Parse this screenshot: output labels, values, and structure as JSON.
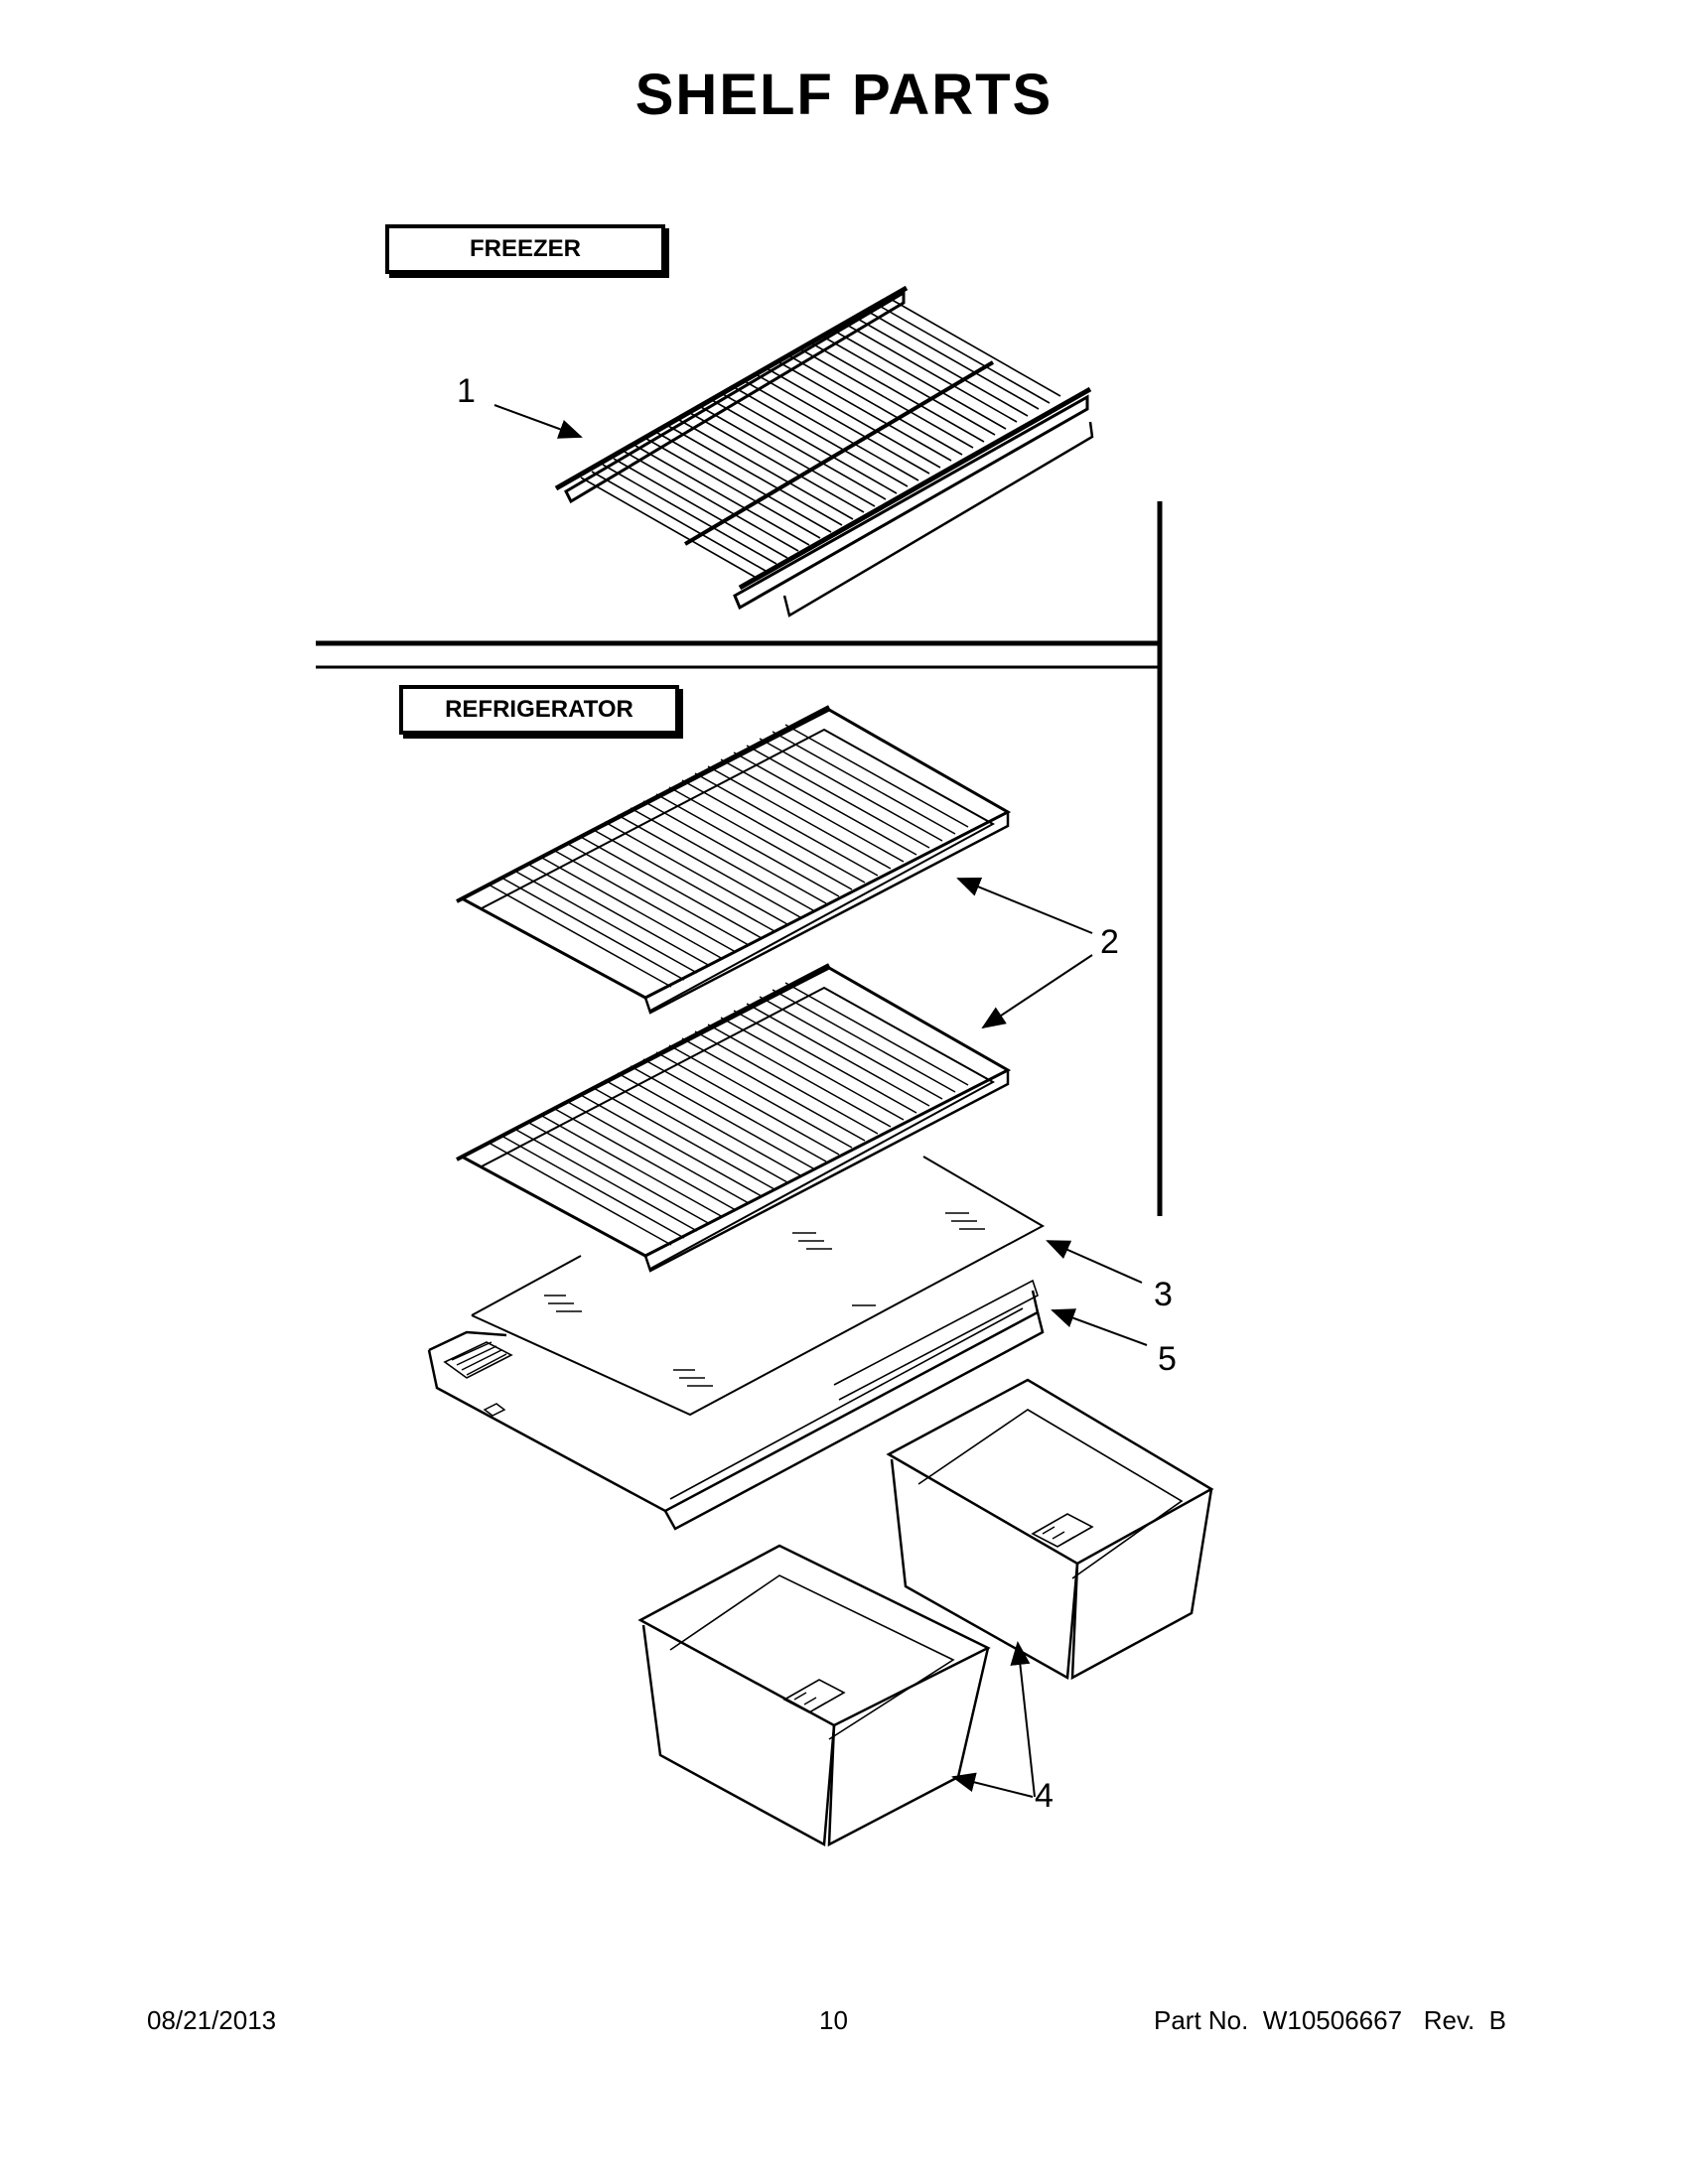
{
  "page": {
    "title": "SHELF PARTS",
    "sections": {
      "freezer": "FREEZER",
      "refrigerator": "REFRIGERATOR"
    },
    "callouts": [
      "1",
      "2",
      "3",
      "4",
      "5"
    ],
    "footer": {
      "date": "08/21/2013",
      "page_number": "10",
      "part_number": "Part No.  W10506667   Rev.  B"
    }
  }
}
